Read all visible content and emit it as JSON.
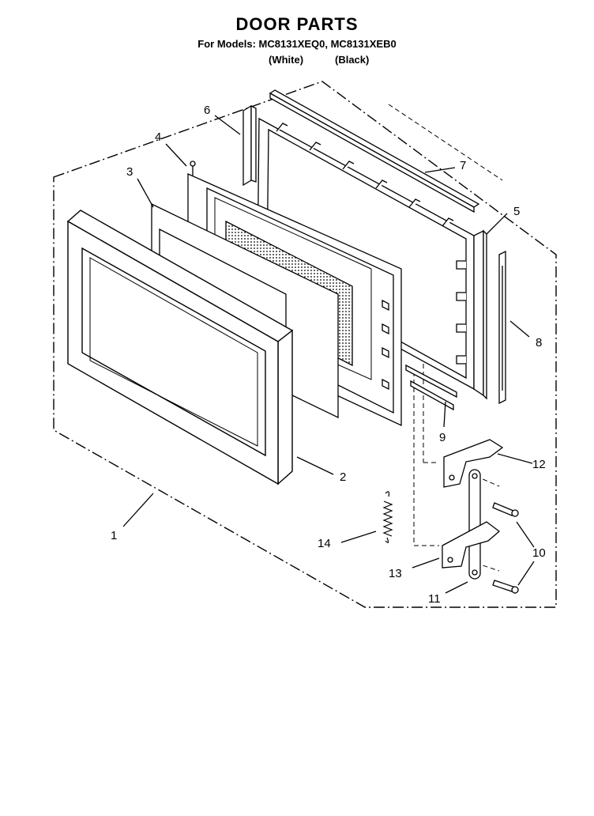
{
  "header": {
    "title": "DOOR PARTS",
    "models_line": "For Models: MC8131XEQ0, MC8131XEB0",
    "variant_white": "(White)",
    "variant_black": "(Black)"
  },
  "callouts": [
    "1",
    "2",
    "3",
    "4",
    "5",
    "6",
    "7",
    "8",
    "9",
    "10",
    "11",
    "12",
    "13",
    "14"
  ]
}
